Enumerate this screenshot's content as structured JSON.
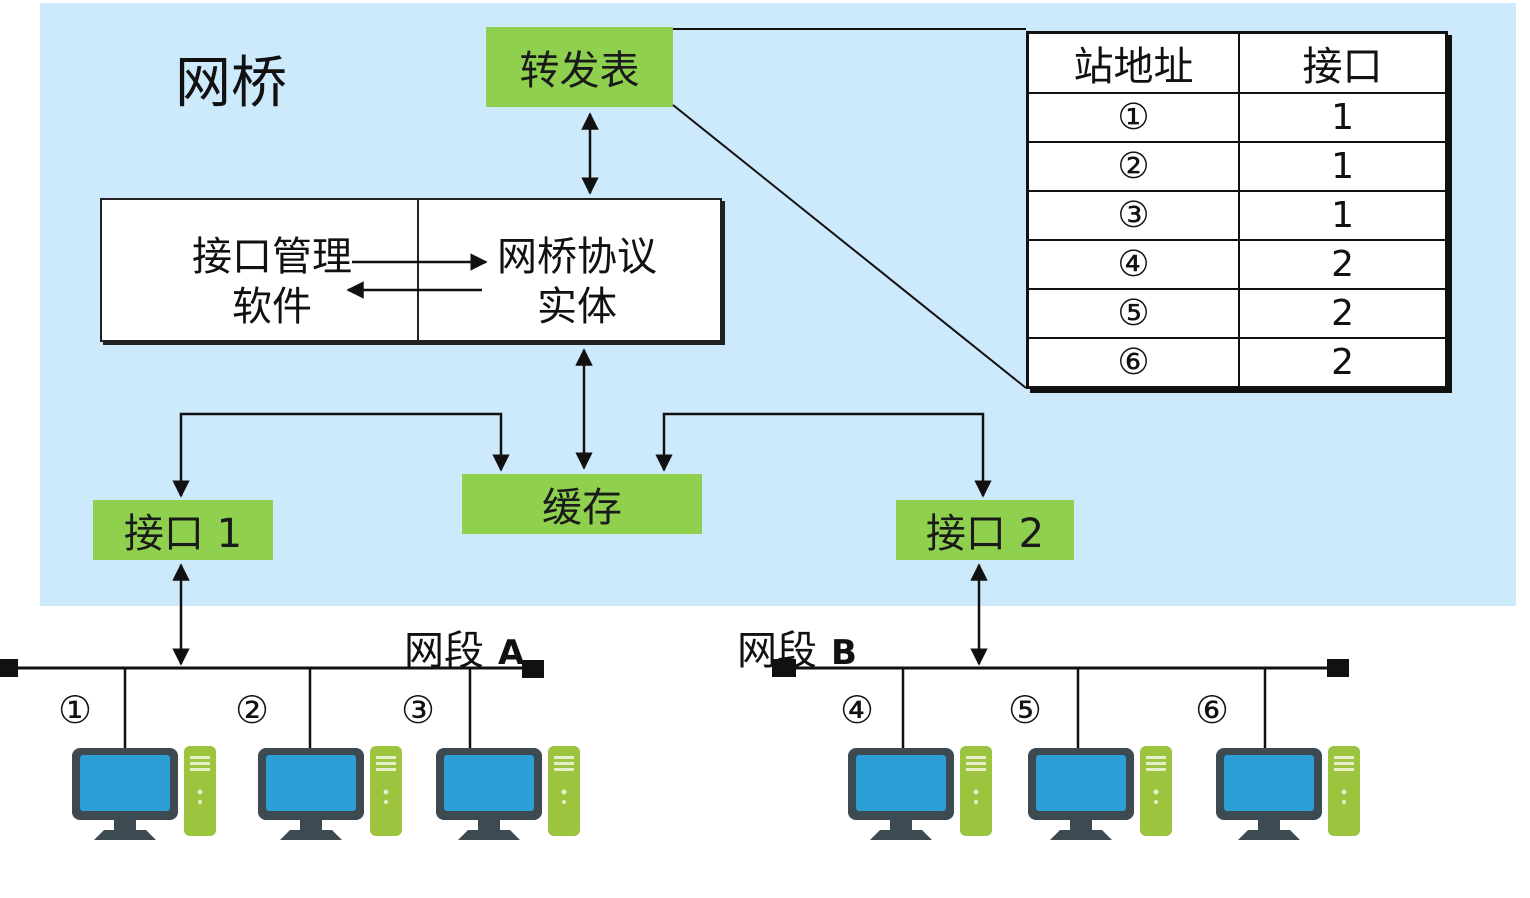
{
  "bridge": {
    "title": "网桥"
  },
  "forwarding_table_label": "转发表",
  "port_mgmt_label": "接口管理\n软件",
  "protocol_label": "网桥协议\n实体",
  "buffer_label": "缓存",
  "interface1_label": "接口 1",
  "interface2_label": "接口 2",
  "table": {
    "headers": [
      "站地址",
      "接口"
    ],
    "rows": [
      [
        "①",
        "1"
      ],
      [
        "②",
        "1"
      ],
      [
        "③",
        "1"
      ],
      [
        "④",
        "2"
      ],
      [
        "⑤",
        "2"
      ],
      [
        "⑥",
        "2"
      ]
    ]
  },
  "segments": {
    "a": {
      "label": "网段",
      "letter": "A"
    },
    "b": {
      "label": "网段",
      "letter": "B"
    }
  },
  "hosts": [
    "①",
    "②",
    "③",
    "④",
    "⑤",
    "⑥"
  ],
  "colors": {
    "panel": "#cdeafc",
    "box_green": "#8fd14f",
    "monitor": "#2b9fd6",
    "tower": "#9cc43f"
  }
}
